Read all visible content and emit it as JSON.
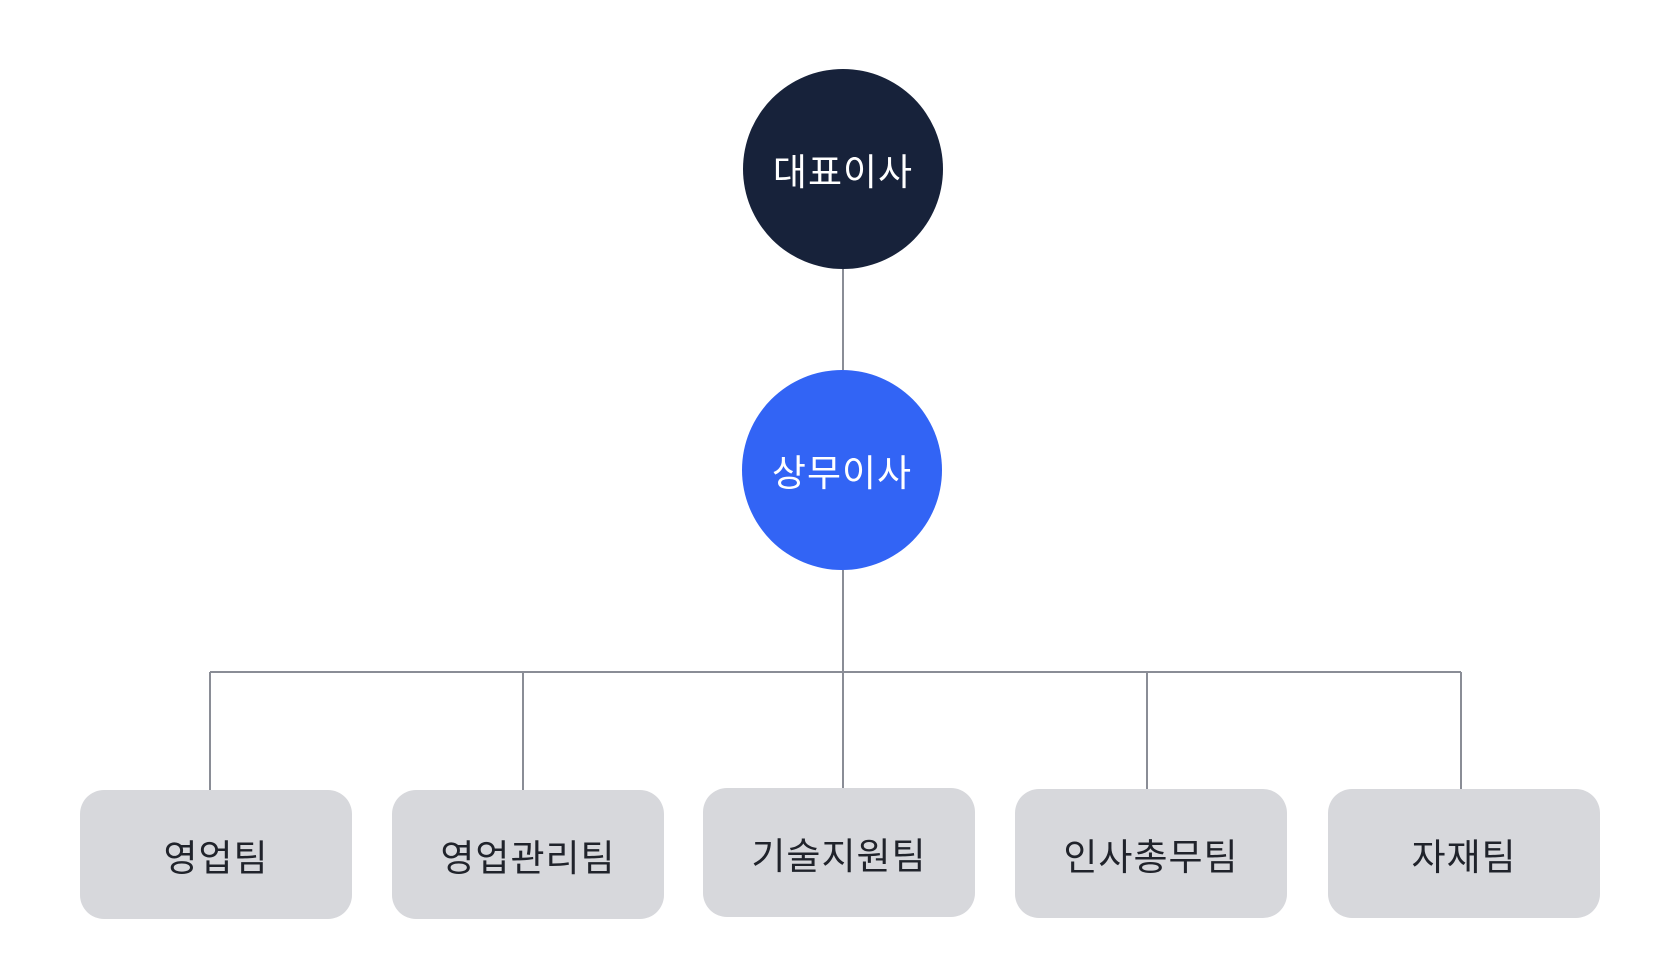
{
  "org_chart": {
    "ceo": {
      "label": "대표이사",
      "color": "#17223a"
    },
    "executive_director": {
      "label": "상무이사",
      "color": "#3264f5"
    },
    "teams": [
      {
        "label": "영업팀"
      },
      {
        "label": "영업관리팀"
      },
      {
        "label": "기술지원팀"
      },
      {
        "label": "인사총무팀"
      },
      {
        "label": "자재팀"
      }
    ],
    "team_box_color": "#d7d8dc",
    "connector_color": "#8a8d96"
  }
}
